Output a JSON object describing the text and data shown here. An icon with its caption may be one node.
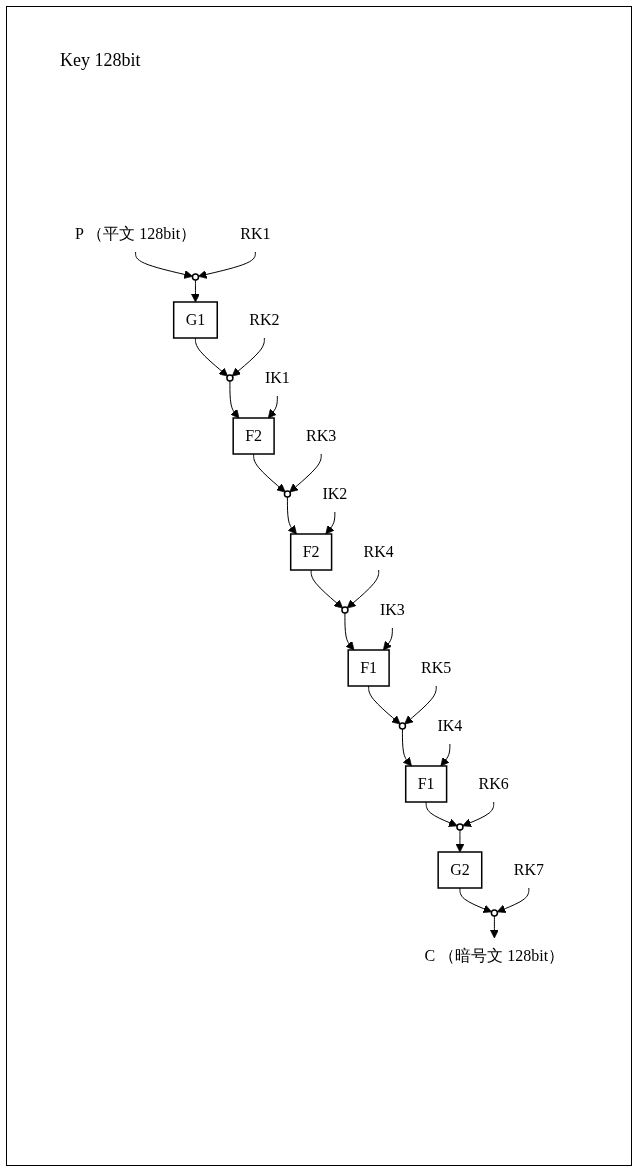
{
  "diagram": {
    "nodes": [
      {
        "text": [
          "P"
        ],
        "beside": [
          "（平文 128bit）"
        ]
      },
      {
        "text": [
          "RK1"
        ]
      },
      {
        "text": [],
        "shape": "circle"
      },
      {
        "text": [
          "G1"
        ]
      },
      {
        "text": [
          "RK2"
        ]
      },
      {
        "text": [],
        "shape": "circle"
      },
      {
        "text": [
          "IK1"
        ]
      },
      {
        "text": [
          "F2"
        ]
      },
      {
        "text": [
          "RK3"
        ]
      },
      {
        "text": [],
        "shape": "circle"
      },
      {
        "text": [
          "IK2"
        ]
      },
      {
        "text": [
          "F2"
        ]
      },
      {
        "text": [
          "RK4"
        ]
      },
      {
        "text": [],
        "shape": "circle"
      },
      {
        "text": [
          "IK3"
        ]
      },
      {
        "text": [
          "F1"
        ]
      },
      {
        "text": [
          "RK5"
        ]
      },
      {
        "text": [],
        "shape": "circle"
      },
      {
        "text": [
          "IK4"
        ]
      },
      {
        "text": [
          "F1"
        ]
      },
      {
        "text": [
          "RK6"
        ]
      },
      {
        "text": [],
        "shape": "circle"
      },
      {
        "text": [
          "G2"
        ]
      },
      {
        "text": [
          "RK7"
        ]
      },
      {
        "text": [],
        "shape": "circle"
      },
      {
        "text": [
          "C"
        ],
        "beside": [
          "（暗号文 128bit）"
        ]
      }
    ],
    "edges": [
      {
        "from": 0,
        "to": 2,
        "arrow": "to"
      },
      {
        "from": 1,
        "to": 2,
        "arrow": "to"
      },
      {
        "from": 2,
        "to": 3,
        "arrow": "to"
      },
      {
        "from": 3,
        "to": 5,
        "arrow": "to"
      },
      {
        "from": 4,
        "to": 5,
        "arrow": "to"
      },
      {
        "from": 5,
        "to": 7,
        "arrow": "to"
      },
      {
        "from": 6,
        "to": 7,
        "arrow": "to"
      },
      {
        "from": 7,
        "to": 9,
        "arrow": "to"
      },
      {
        "from": 8,
        "to": 9,
        "arrow": "to"
      },
      {
        "from": 9,
        "to": 11,
        "arrow": "to"
      },
      {
        "from": 10,
        "to": 11,
        "arrow": "to"
      },
      {
        "from": 11,
        "to": 13,
        "arrow": "to"
      },
      {
        "from": 12,
        "to": 13,
        "arrow": "to"
      },
      {
        "from": 13,
        "to": 15,
        "arrow": "to"
      },
      {
        "from": 14,
        "to": 15,
        "arrow": "to"
      },
      {
        "from": 15,
        "to": 17,
        "arrow": "to"
      },
      {
        "from": 16,
        "to": 17,
        "arrow": "to"
      },
      {
        "from": 17,
        "to": 19,
        "arrow": "to"
      },
      {
        "from": 18,
        "to": 19,
        "arrow": "to"
      },
      {
        "from": 19,
        "to": 21,
        "arrow": "to"
      },
      {
        "from": 20,
        "to": 21,
        "arrow": "to"
      },
      {
        "from": 21,
        "to": 22,
        "arrow": "to"
      },
      {
        "from": 22,
        "to": 24,
        "arrow": "to"
      },
      {
        "from": 23,
        "to": 24,
        "arrow": "to"
      },
      {
        "from": 24,
        "to": 25,
        "arrow": "to"
      }
    ],
    "labels": [
      "Key 128bit"
    ]
  }
}
